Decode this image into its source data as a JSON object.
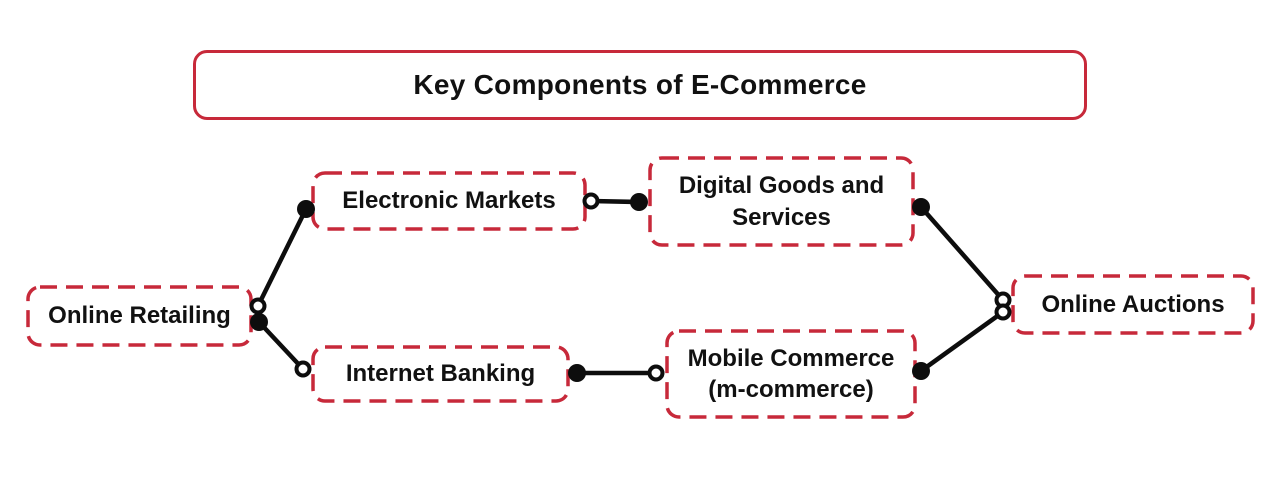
{
  "diagram": {
    "title": "Key Components of E-Commerce",
    "nodes": {
      "online_retailing": {
        "label": "Online Retailing"
      },
      "electronic_markets": {
        "label": "Electronic Markets"
      },
      "digital_goods": {
        "label": "Digital Goods and Services"
      },
      "internet_banking": {
        "label": "Internet Banking"
      },
      "mobile_commerce": {
        "label": "Mobile Commerce (m-commerce)"
      },
      "online_auctions": {
        "label": "Online Auctions"
      }
    },
    "edges": [
      {
        "from": "online_retailing",
        "to": "electronic_markets",
        "from_marker": "hollow-dot",
        "to_marker": "filled-dot"
      },
      {
        "from": "online_retailing",
        "to": "internet_banking",
        "from_marker": "filled-dot",
        "to_marker": "hollow-dot"
      },
      {
        "from": "electronic_markets",
        "to": "digital_goods",
        "from_marker": "hollow-dot",
        "to_marker": "filled-dot"
      },
      {
        "from": "internet_banking",
        "to": "mobile_commerce",
        "from_marker": "filled-dot",
        "to_marker": "hollow-dot"
      },
      {
        "from": "digital_goods",
        "to": "online_auctions",
        "from_marker": "filled-dot",
        "to_marker": "hollow-dot"
      },
      {
        "from": "mobile_commerce",
        "to": "online_auctions",
        "from_marker": "filled-dot",
        "to_marker": "hollow-dot"
      }
    ],
    "colors": {
      "box_border_red": "#c7293a",
      "connector_black": "#0d0d0d",
      "text": "#111111",
      "background": "#ffffff"
    }
  }
}
